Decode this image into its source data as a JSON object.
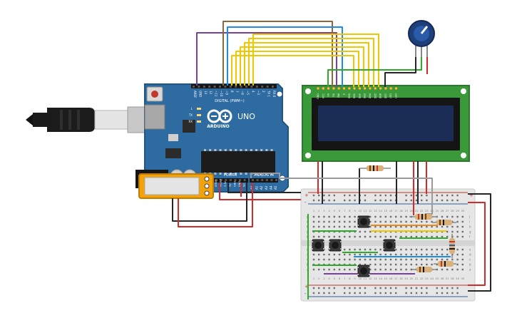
{
  "arduino": {
    "brand": "ARDUINO",
    "model": "UNO",
    "digital_header_label": "DIGITAL (PWM~)",
    "power_header_label": "POWER",
    "analog_header_label": "ANALOG IN",
    "led_labels": [
      "L",
      "TX",
      "RX"
    ],
    "digital_pins": [
      "AREF",
      "GND",
      "13",
      "12",
      "~11",
      "~10",
      "~9",
      "8",
      "7",
      "~6",
      "~5",
      "4",
      "~3",
      "2",
      "TX 1",
      "RX 0"
    ],
    "power_pins": [
      "IOREF",
      "RESET",
      "3.3V",
      "5V",
      "GND",
      "GND",
      "Vin"
    ],
    "analog_pins": [
      "A0",
      "A1",
      "A2",
      "A3",
      "A4",
      "A5"
    ]
  },
  "lcd": {
    "pin_labels": [
      "GND",
      "VCC",
      "V0",
      "RS",
      "RW",
      "E",
      "DB0",
      "DB1",
      "DB2",
      "DB3",
      "DB4",
      "DB5",
      "DB6",
      "DB7",
      "LED",
      "LED"
    ]
  },
  "breadboard": {
    "row_letters_top": [
      "j",
      "i",
      "h",
      "g",
      "f"
    ],
    "row_letters_bottom": [
      "e",
      "d",
      "c",
      "b",
      "a"
    ],
    "column_numbers": [
      "1",
      "2",
      "3",
      "4",
      "5",
      "6",
      "7",
      "8",
      "9",
      "10",
      "11",
      "12",
      "13",
      "14",
      "15",
      "16",
      "17",
      "18",
      "19",
      "20",
      "21",
      "22",
      "23",
      "24",
      "25",
      "26",
      "27",
      "28",
      "29",
      "30"
    ],
    "rail_plus": "+",
    "rail_minus": "-"
  },
  "colors": {
    "board": "#2d6ba0",
    "board_dark": "#1f5685",
    "lcd_pcb": "#3a9a3a",
    "lcd_screen": "#1c2d55",
    "breadboard": "#e6e6e6",
    "wire_red": "#d42a2a",
    "wire_black": "#262626",
    "wire_yellow": "#f0c800",
    "wire_purple": "#7b3fa0",
    "wire_blue": "#1e8fd8",
    "wire_brown": "#8a6a3a",
    "wire_green": "#2faa2a",
    "wire_gray": "#9a9a9a",
    "wire_orange": "#e8891e",
    "battery_case": "#f2a20a"
  },
  "icons": {
    "usb_cable": "usb-b-cable-icon",
    "potentiometer": "potentiometer-icon",
    "pushbutton": "pushbutton-icon"
  }
}
